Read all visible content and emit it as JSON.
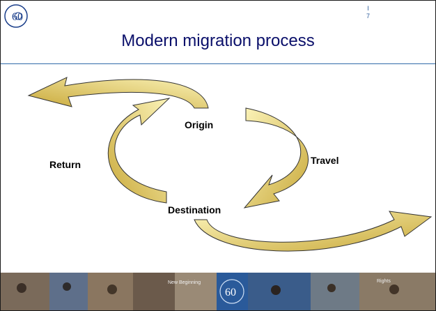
{
  "slide": {
    "page_number": "I\n7",
    "title": "Modern migration process",
    "emblem_text": "60"
  },
  "diagram": {
    "nodes": {
      "origin": "Origin",
      "destination": "Destination",
      "travel": "Travel",
      "return": "Return"
    }
  },
  "photo_strip": {
    "captions": [
      "New Beginning",
      "Rights"
    ]
  },
  "colors": {
    "arrow_fill_light": "#f4eaa0",
    "arrow_fill_dark": "#c9a93a",
    "title": "#0a0f6a",
    "rule": "#2f6aa8"
  }
}
